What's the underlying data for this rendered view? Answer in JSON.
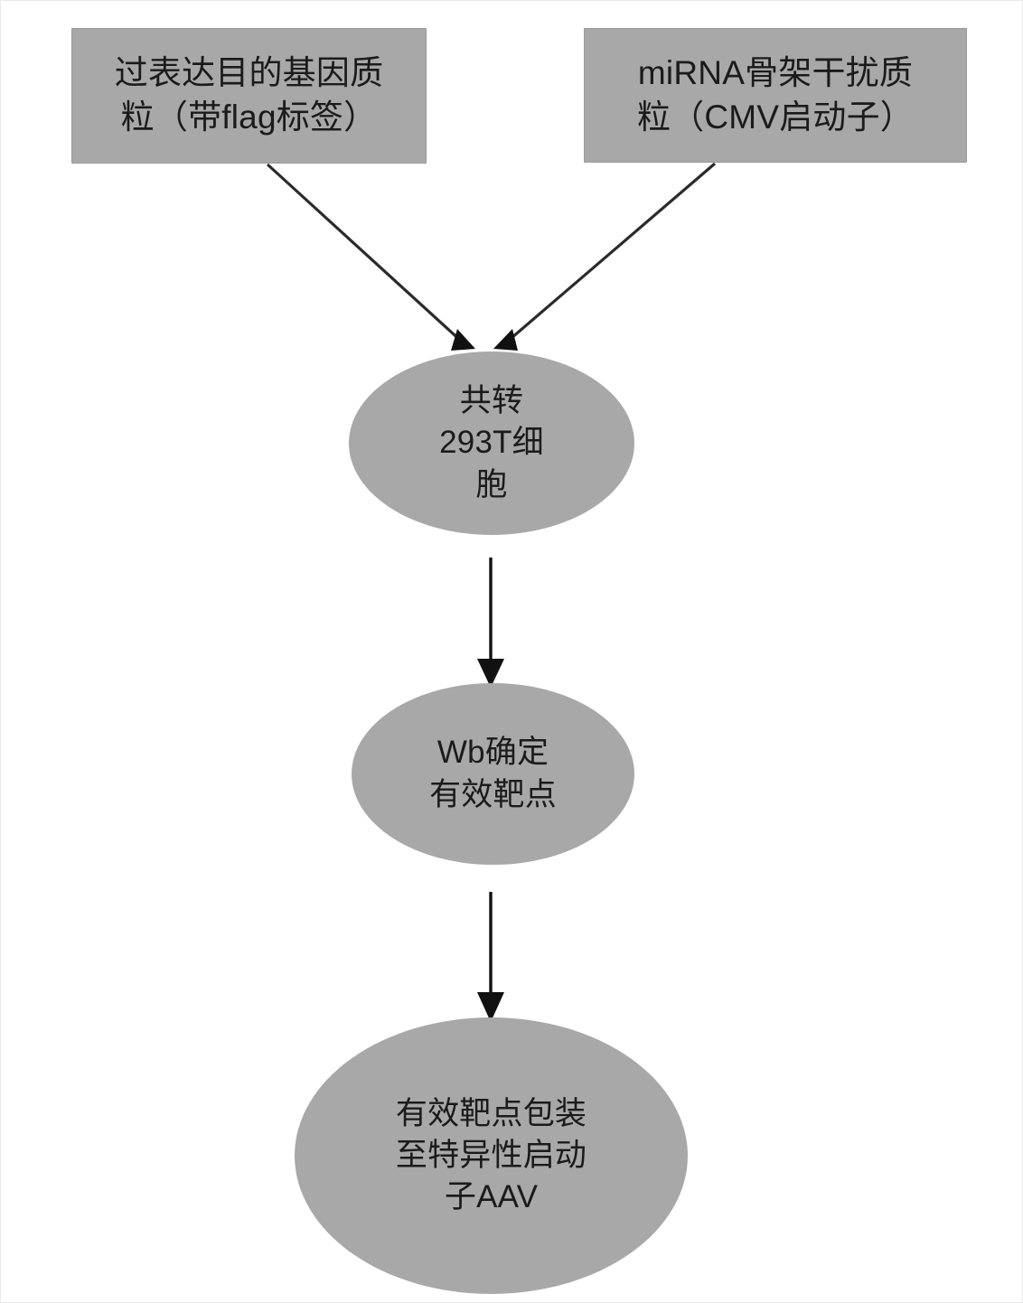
{
  "diagram": {
    "type": "flowchart",
    "orientation": "top-to-bottom",
    "background_color": "#ffffff",
    "node_fill_color": "#a8a8a8",
    "node_text_color": "#1b1b1b",
    "edge_color": "#262626",
    "nodes": [
      {
        "id": "plasmid-overexpress",
        "shape": "rectangle",
        "label": "过表达目的基因质\n粒（带flag标签）"
      },
      {
        "id": "plasmid-mirna",
        "shape": "rectangle",
        "label": "miRNA骨架干扰质\n粒（CMV启动子）"
      },
      {
        "id": "cotransfect",
        "shape": "ellipse",
        "label": "共转\n293T细\n胞"
      },
      {
        "id": "wb",
        "shape": "ellipse",
        "label": "Wb确定\n有效靶点"
      },
      {
        "id": "aav",
        "shape": "ellipse",
        "label": "有效靶点包装\n至特异性启动\n子AAV"
      }
    ],
    "edges": [
      {
        "id": "edge-overexpress-to-cotransfect",
        "from": "plasmid-overexpress",
        "to": "cotransfect",
        "style": "solid",
        "arrowhead": "filled-triangle"
      },
      {
        "id": "edge-mirna-to-cotransfect",
        "from": "plasmid-mirna",
        "to": "cotransfect",
        "style": "solid",
        "arrowhead": "filled-triangle"
      },
      {
        "id": "edge-cotransfect-to-wb",
        "from": "cotransfect",
        "to": "wb",
        "style": "solid",
        "arrowhead": "filled-triangle"
      },
      {
        "id": "edge-wb-to-aav",
        "from": "wb",
        "to": "aav",
        "style": "solid",
        "arrowhead": "filled-triangle"
      }
    ]
  }
}
